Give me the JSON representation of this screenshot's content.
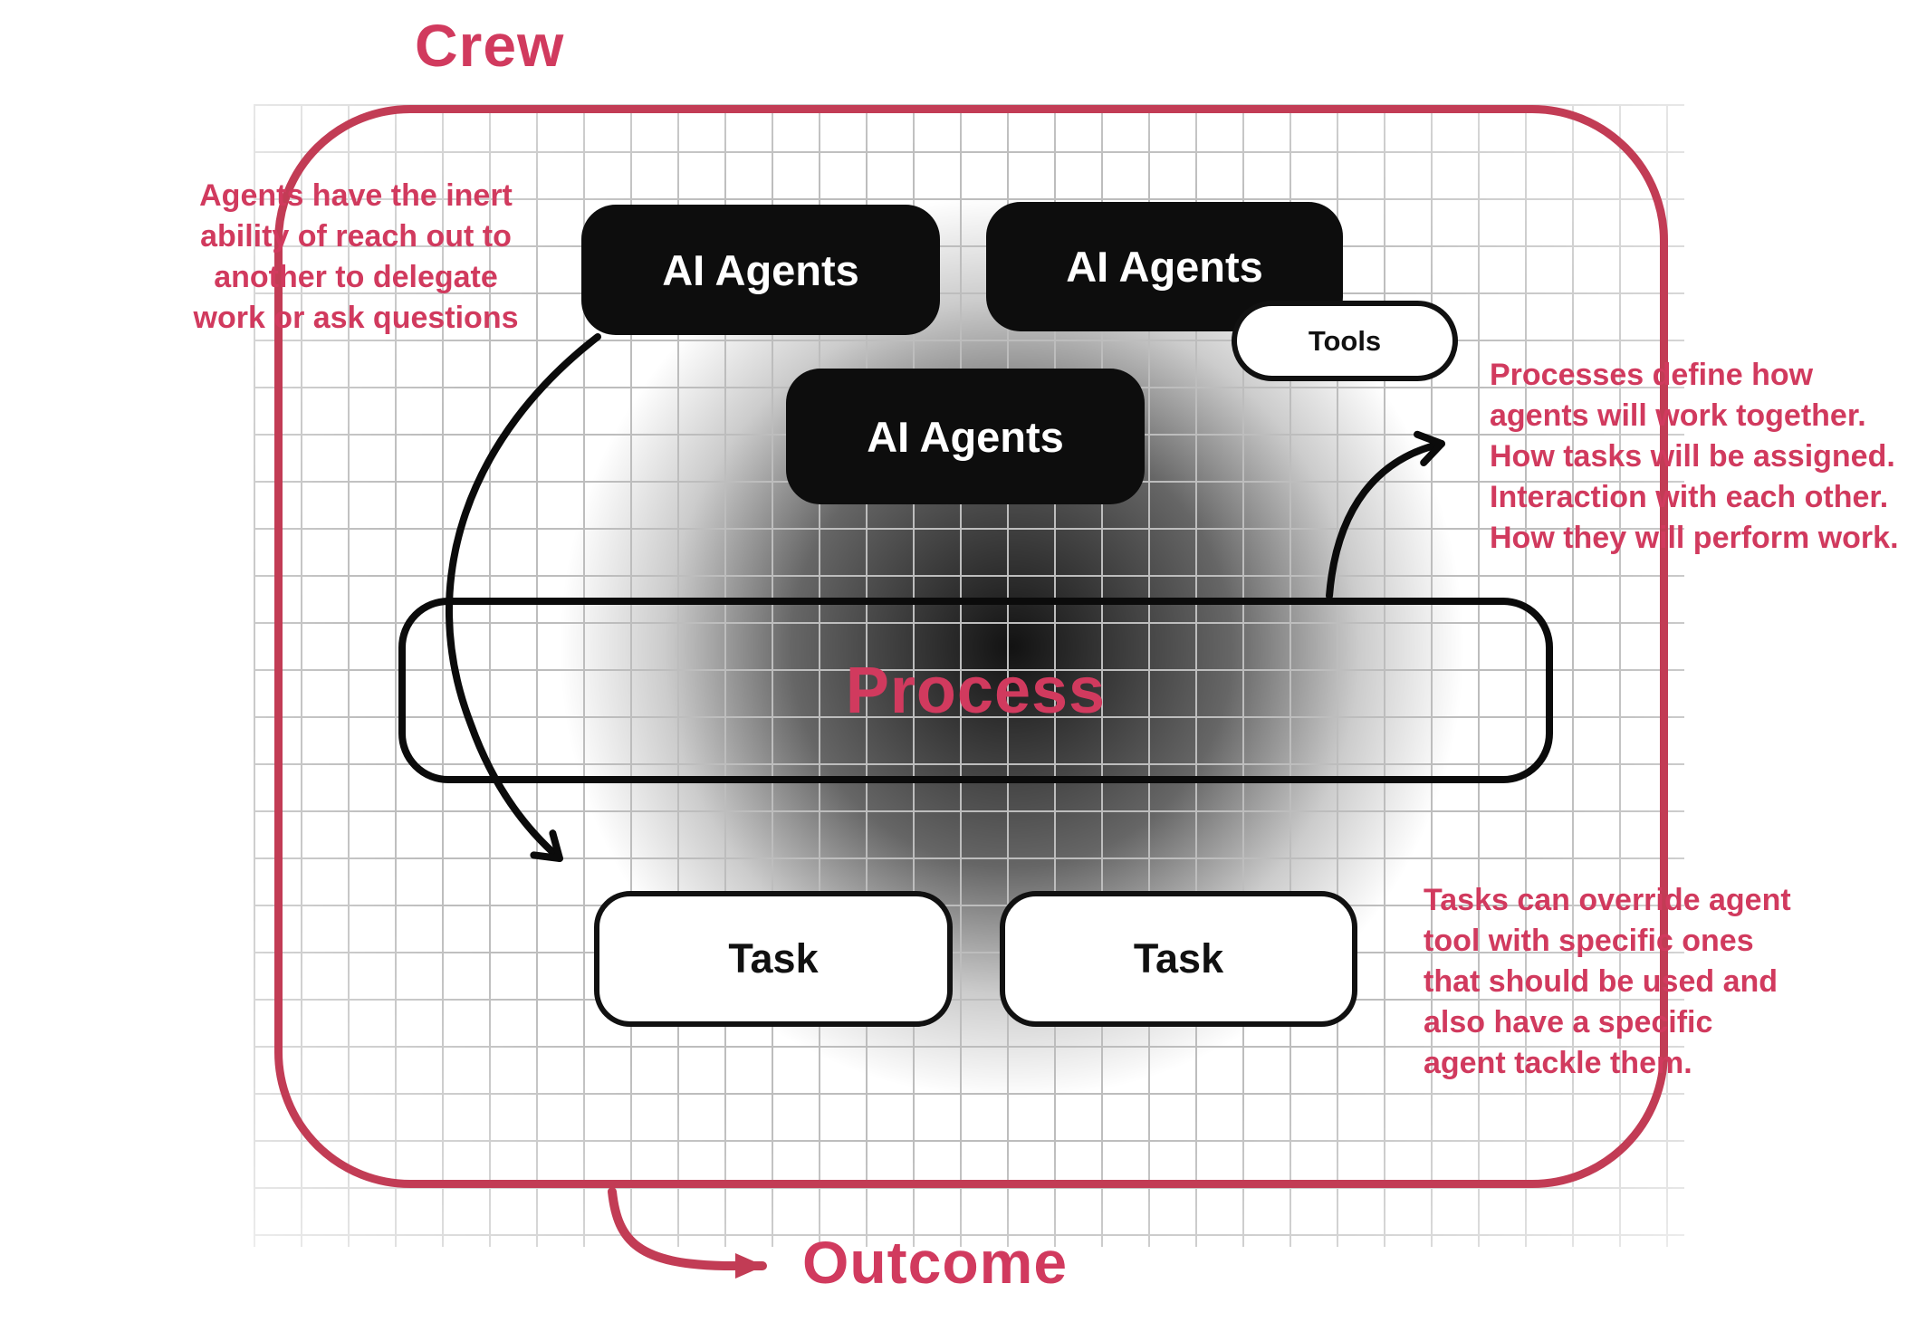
{
  "title": "Crew",
  "outcome": "Outcome",
  "nodes": {
    "agent_top_left": "AI Agents",
    "agent_top_right": "AI Agents",
    "agent_middle": "AI Agents",
    "tools": "Tools",
    "process": "Process",
    "task_left": "Task",
    "task_right": "Task"
  },
  "annotations": {
    "agents_note": "Agents have the inert\nability of reach out to\nanother to delegate\nwork or ask questions",
    "process_note": "Processes define how\nagents will work together.\nHow tasks will be assigned.\nInteraction with each other.\nHow they will perform work.",
    "tasks_note": "Tasks can override agent\ntool with specific ones\nthat should be used and\nalso have a specific\nagent tackle them."
  },
  "colors": {
    "accent": "#d13a5e",
    "border_red": "#c23c55",
    "node_black": "#0d0d0d"
  }
}
